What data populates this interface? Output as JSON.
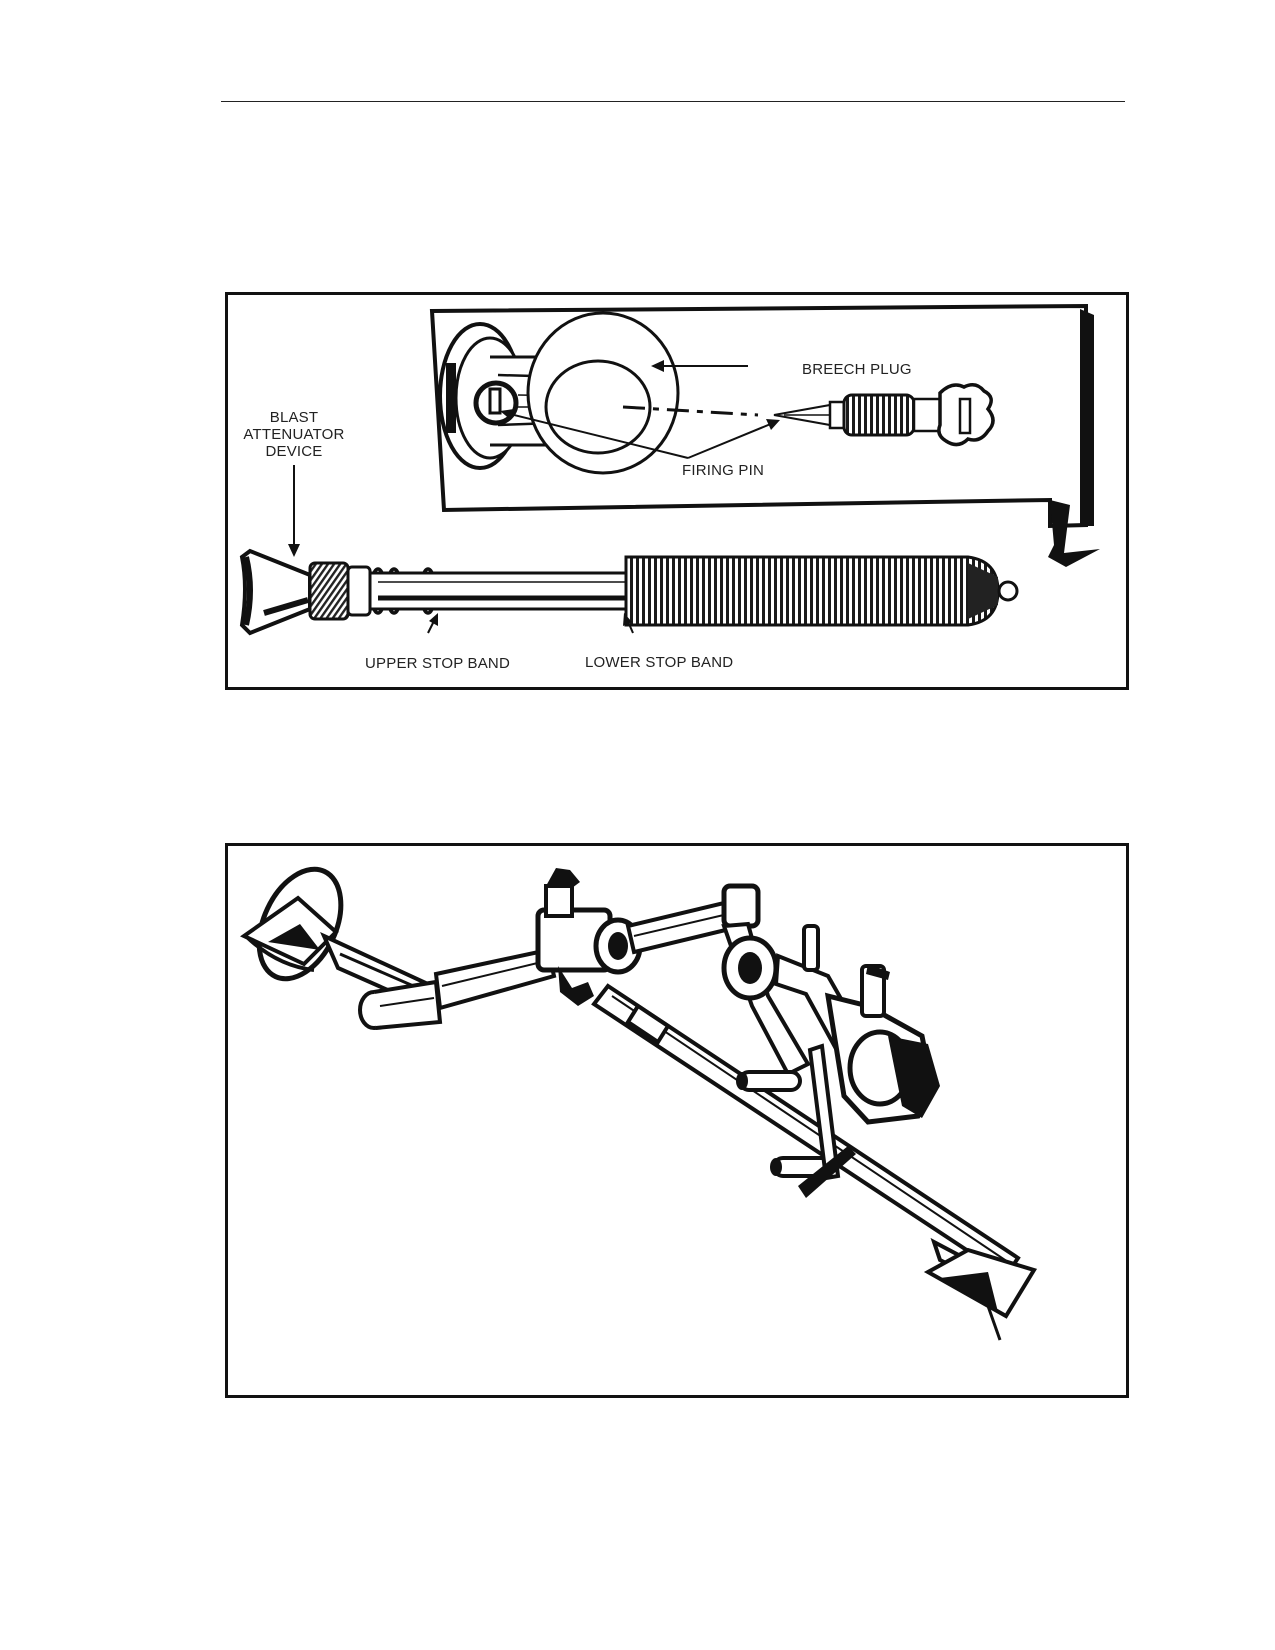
{
  "figure_1": {
    "labels": {
      "breech_plug": "BREECH PLUG",
      "firing_pin": "FIRING PIN",
      "blast_line1": "BLAST",
      "blast_line2": "ATTENUATOR",
      "blast_line3": "DEVICE",
      "upper_stop_band": "UPPER STOP BAND",
      "lower_stop_band": "LOWER STOP BAND"
    }
  }
}
